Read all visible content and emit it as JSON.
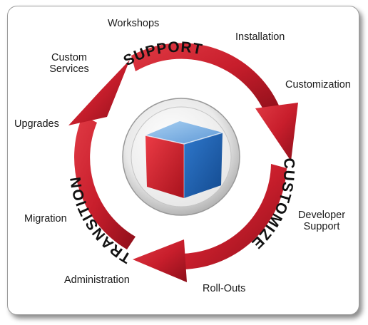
{
  "diagram": {
    "phases": {
      "support": "SUPPORT",
      "customize": "CUSTOMIZE",
      "transition": "TRANSITION"
    },
    "labels": {
      "workshops": "Workshops",
      "installation": "Installation",
      "custom_services_line1": "Custom",
      "custom_services_line2": "Services",
      "customization": "Customization",
      "upgrades": "Upgrades",
      "migration": "Migration",
      "developer_support_line1": "Developer",
      "developer_support_line2": "Support",
      "administration": "Administration",
      "roll_outs": "Roll-Outs"
    },
    "colors": {
      "arrow": "#c81e2c",
      "arrow_dark": "#8e0f1a",
      "cube_red": "#d2232f",
      "cube_blue": "#1f5fb0",
      "cube_top": "#6fa8e0"
    },
    "center_icon": "cube-icon"
  }
}
